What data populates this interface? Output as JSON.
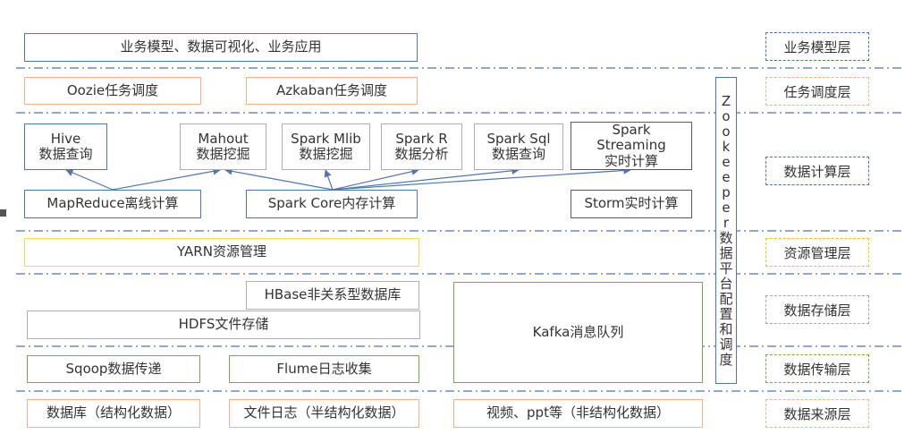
{
  "rows": {
    "business": {
      "main": "业务模型、数据可视化、业务应用",
      "layer": "业务模型层"
    },
    "scheduling": {
      "oozie": "Oozie任务调度",
      "azkaban": "Azkaban任务调度",
      "layer": "任务调度层"
    },
    "compute": {
      "hive": "Hive\n数据查询",
      "mahout": "Mahout\n数据挖掘",
      "spark_mlib": "Spark Mlib\n数据挖掘",
      "spark_r": "Spark R\n数据分析",
      "spark_sql": "Spark Sql\n数据查询",
      "spark_streaming": "Spark\nStreaming\n实时计算",
      "mapreduce": "MapReduce离线计算",
      "spark_core": "Spark Core内存计算",
      "storm": "Storm实时计算",
      "layer": "数据计算层"
    },
    "resource": {
      "yarn": "YARN资源管理",
      "layer": "资源管理层"
    },
    "storage": {
      "hbase": "HBase非关系型数据库",
      "hdfs": "HDFS文件存储",
      "kafka": "Kafka消息队列",
      "layer": "数据存储层"
    },
    "transport": {
      "sqoop": "Sqoop数据传递",
      "flume": "Flume日志收集",
      "layer": "数据传输层"
    },
    "source": {
      "database": "数据库（结构化数据）",
      "file_log": "文件日志（半结构化数据）",
      "video": "视频、ppt等（非结构化数据）",
      "layer": "数据来源层"
    }
  },
  "zookeeper": "Zookeeper数据平台配置和调度"
}
